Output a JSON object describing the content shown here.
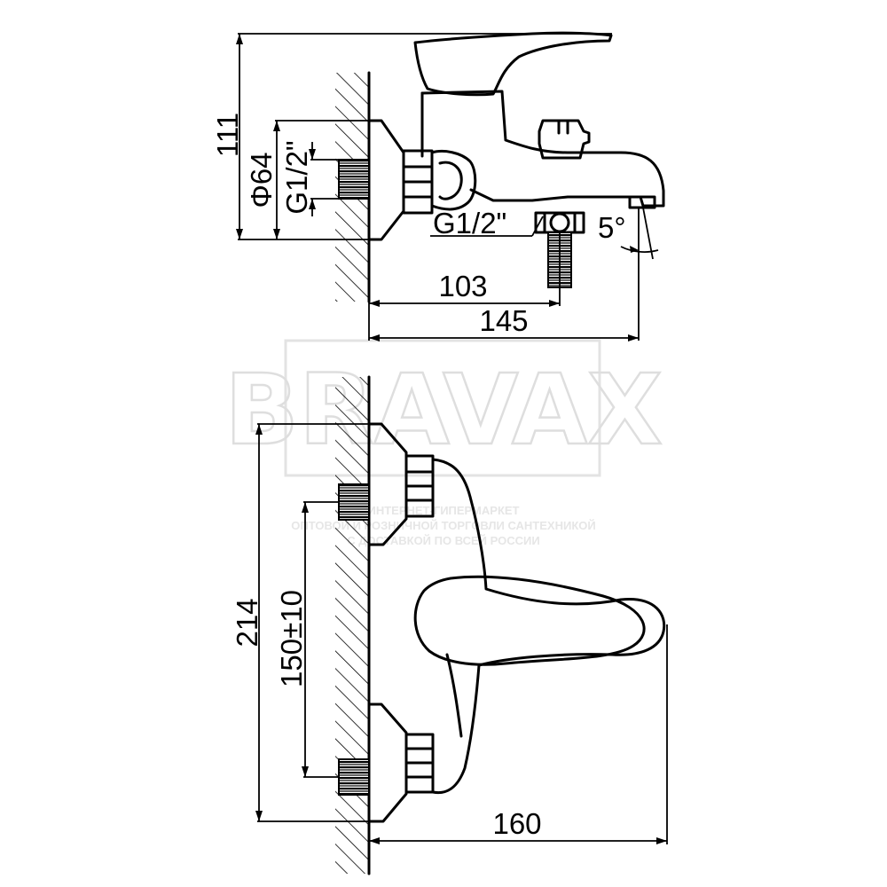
{
  "watermark": {
    "brand": "BRAVAX",
    "line1": "ИНТЕРНЕТ-ГИПЕРМАРКЕТ",
    "line2": "ОПТОВОЙ И РОЗНИЧНОЙ ТОРГОВЛИ САНТЕХНИКОЙ",
    "line3": "С ДОСТАВКОЙ ПО ВСЕЙ РОССИИ"
  },
  "side_view": {
    "height": "111",
    "flange_diameter": "Φ64",
    "wall_thread": "G1/2\"",
    "outlet_thread": "G1/2\"",
    "spout_angle": "5°",
    "outlet_distance": "103",
    "spout_length": "145"
  },
  "front_view": {
    "height": "214",
    "center_distance": "150±10",
    "width": "160"
  }
}
